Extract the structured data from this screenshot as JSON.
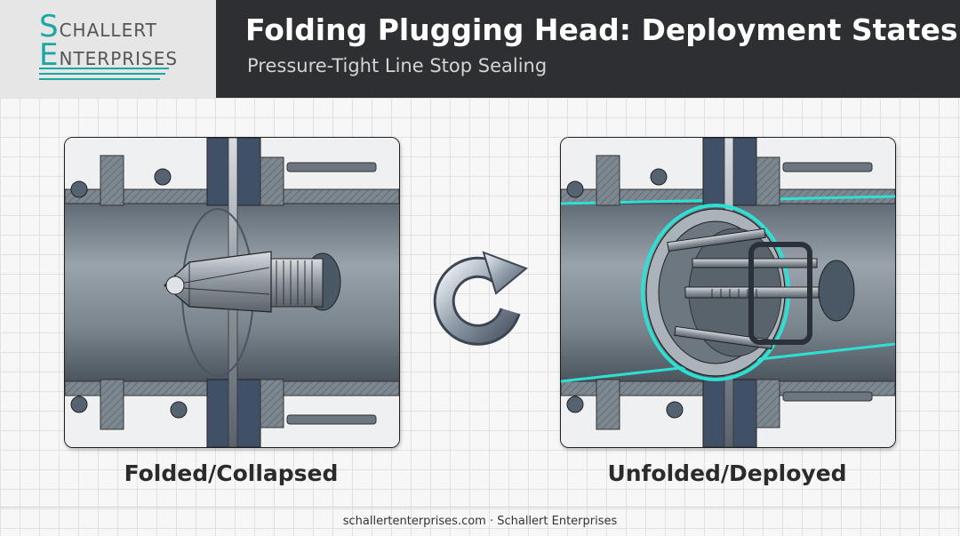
{
  "brand": {
    "logo_first_initial": "S",
    "logo_first_rest": "CHALLERT",
    "logo_second_initial": "E",
    "logo_second_rest": "NTERPRISES",
    "accent_color": "#19a8a4"
  },
  "header": {
    "title": "Folding Plugging Head: Deployment States",
    "subtitle": "Pressure-Tight Line Stop Sealing"
  },
  "panels": [
    {
      "caption": "Folded/Collapsed"
    },
    {
      "caption": "Unfolded/Deployed"
    }
  ],
  "transition_icon": "rotate-cycle-arrow-icon",
  "footer": {
    "text": "schallertenterprises.com · Schallert Enterprises"
  }
}
